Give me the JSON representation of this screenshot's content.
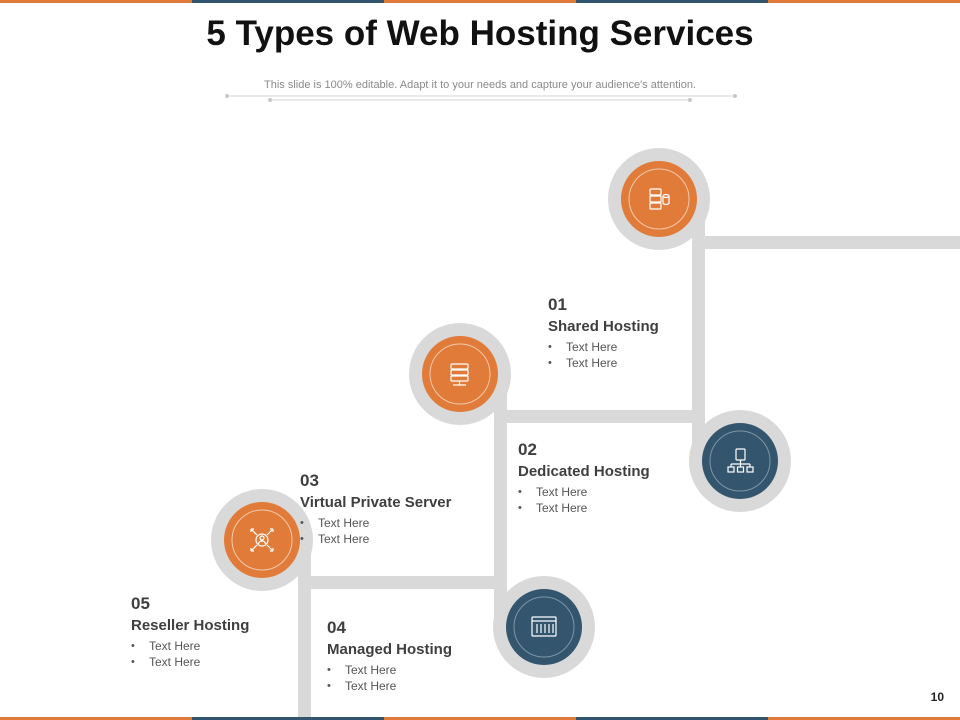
{
  "title": "5 Types of Web Hosting Services",
  "subtitle": "This slide is 100% editable. Adapt it to your needs and capture your audience's attention.",
  "page_number": "10",
  "colors": {
    "orange": "#E07B39",
    "navy": "#34556E",
    "ring": "#D9D9D9",
    "track": "#D9D9D9"
  },
  "items": [
    {
      "number": "01",
      "name": "Shared Hosting",
      "bullets": [
        "Text Here",
        "Text Here"
      ],
      "icon": "database-server-icon",
      "color": "orange"
    },
    {
      "number": "02",
      "name": "Dedicated Hosting",
      "bullets": [
        "Text Here",
        "Text Here"
      ],
      "icon": "server-network-icon",
      "color": "navy"
    },
    {
      "number": "03",
      "name": "Virtual Private Server",
      "bullets": [
        "Text Here",
        "Text Here"
      ],
      "icon": "server-rack-icon",
      "color": "orange"
    },
    {
      "number": "04",
      "name": "Managed Hosting",
      "bullets": [
        "Text Here",
        "Text Here"
      ],
      "icon": "control-panel-icon",
      "color": "navy"
    },
    {
      "number": "05",
      "name": "Reseller Hosting",
      "bullets": [
        "Text Here",
        "Text Here"
      ],
      "icon": "user-network-icon",
      "color": "orange"
    }
  ]
}
